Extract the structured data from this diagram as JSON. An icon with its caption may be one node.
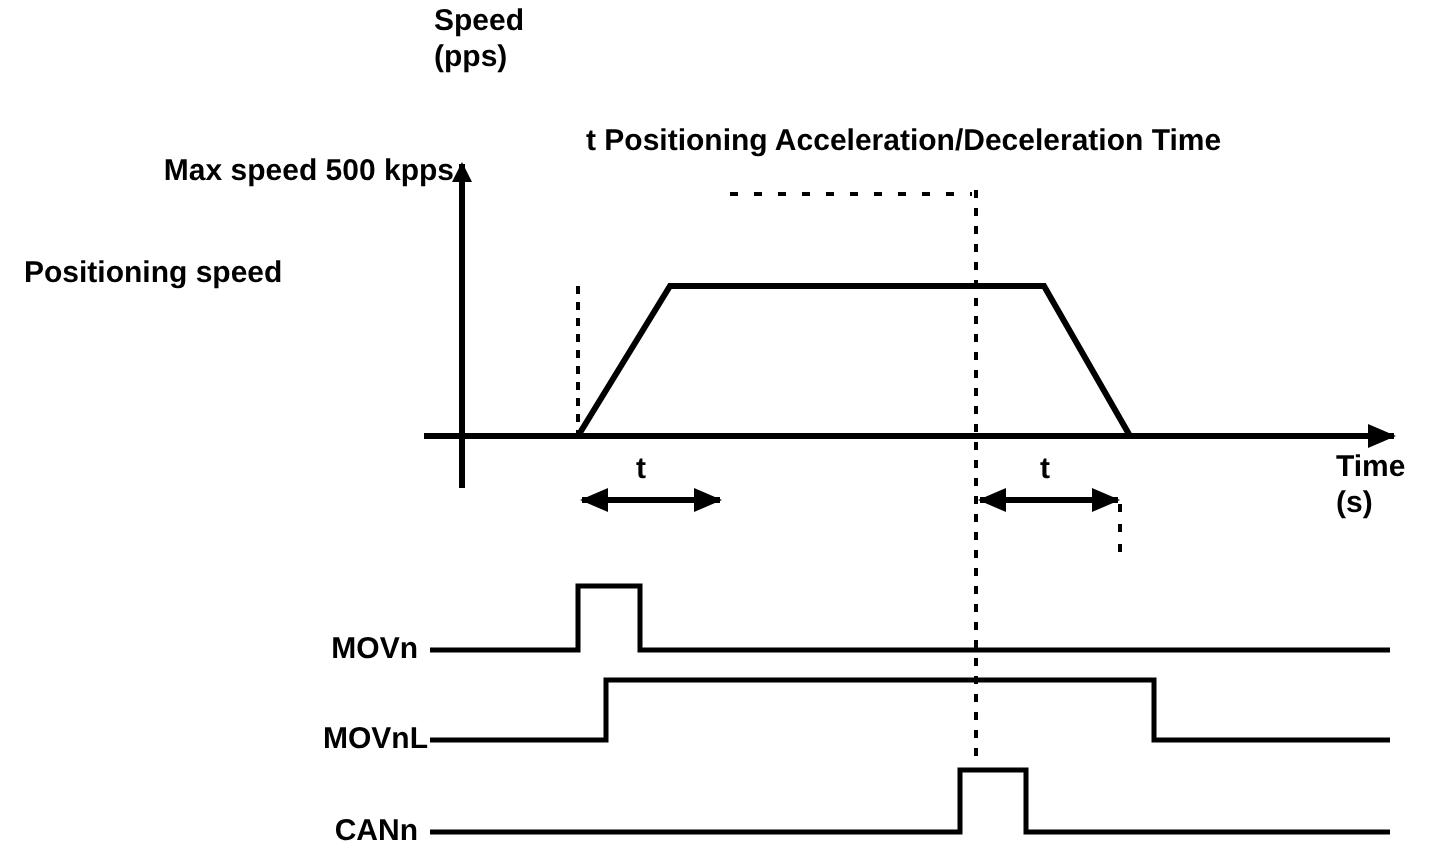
{
  "diagram": {
    "labels": [
      "Speed (pps)",
      "t Positioning Acceleration/Deceleration Time",
      "Max speed 500 kpps",
      "Positioning speed",
      "t",
      "t",
      "Time (s)",
      "MOVn",
      "MOVnL",
      "CANn"
    ]
  }
}
